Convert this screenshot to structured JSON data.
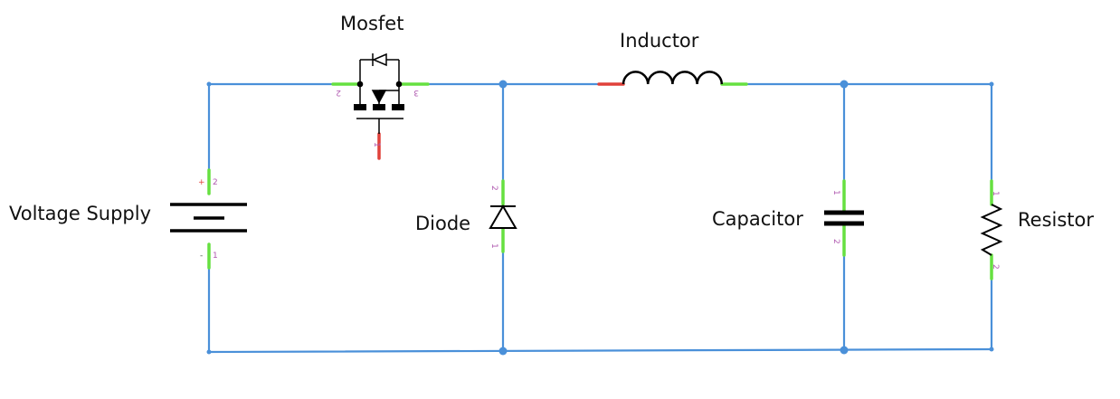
{
  "components": {
    "voltage_supply": {
      "label": "Voltage Supply",
      "pin_pos": "2",
      "pin_neg": "1",
      "plus": "+",
      "minus": "-"
    },
    "mosfet": {
      "label": "Mosfet",
      "pin_gate": "1",
      "pin_left": "2",
      "pin_right": "3"
    },
    "inductor": {
      "label": "Inductor"
    },
    "diode": {
      "label": "Diode",
      "pin_top": "2",
      "pin_bottom": "1"
    },
    "capacitor": {
      "label": "Capacitor",
      "pin_top": "1",
      "pin_bottom": "2"
    },
    "resistor": {
      "label": "Resistor",
      "pin_top": "1",
      "pin_bottom": "2"
    }
  },
  "colors": {
    "wire": "#4a90d9",
    "connected_lead": "#66e040",
    "unconnected_lead": "#e0413a",
    "pin_number": "#b05ab0",
    "plus_sign": "#e0413a"
  }
}
